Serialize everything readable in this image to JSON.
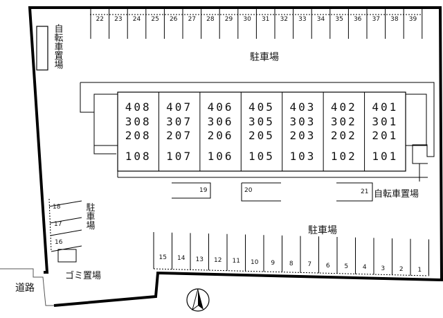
{
  "labels": {
    "bike_parking_top": "自転車置場",
    "parking_main": "駐車場",
    "parking_left": "駐車場",
    "parking_bottom": "駐車場",
    "bike_parking_right": "自転車置場",
    "trash": "ゴミ置場",
    "road": "道路"
  },
  "building": {
    "columns": [
      [
        "408",
        "308",
        "208",
        "108"
      ],
      [
        "407",
        "307",
        "207",
        "107"
      ],
      [
        "406",
        "306",
        "206",
        "106"
      ],
      [
        "405",
        "305",
        "205",
        "105"
      ],
      [
        "403",
        "303",
        "203",
        "103"
      ],
      [
        "402",
        "302",
        "202",
        "102"
      ],
      [
        "401",
        "301",
        "201",
        "101"
      ]
    ]
  },
  "parking_spaces": {
    "top": [
      "22",
      "23",
      "24",
      "25",
      "26",
      "27",
      "28",
      "29",
      "30",
      "31",
      "32",
      "33",
      "34",
      "35",
      "36",
      "37",
      "38",
      "39"
    ],
    "bottom": [
      "15",
      "14",
      "13",
      "12",
      "11",
      "10",
      "9",
      "8",
      "7",
      "6",
      "5",
      "4",
      "3",
      "2",
      "1"
    ],
    "left": [
      "18",
      "17",
      "16"
    ],
    "middle": [
      "19",
      "20",
      "21"
    ]
  },
  "compass": "north-arrow"
}
